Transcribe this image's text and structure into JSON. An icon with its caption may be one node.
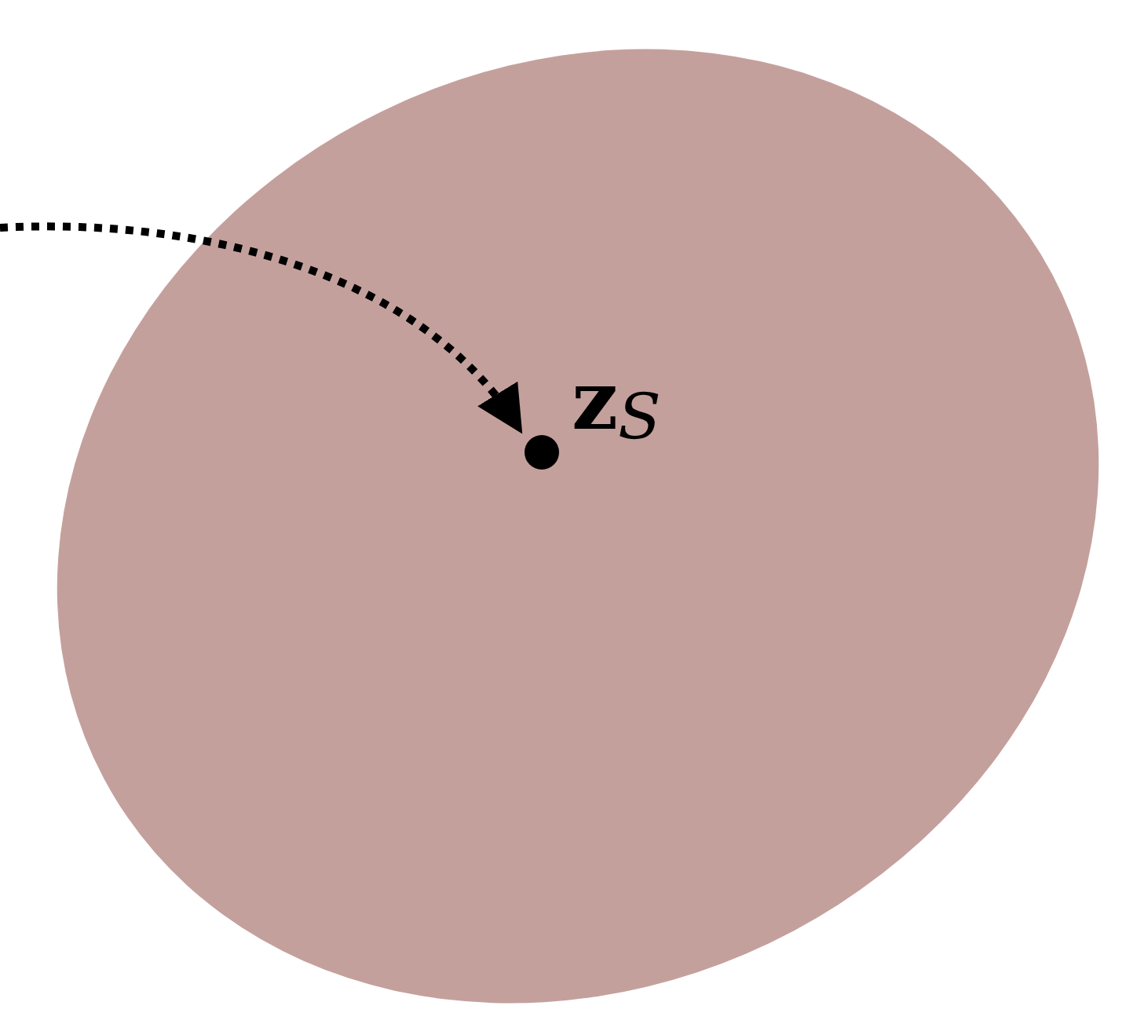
{
  "diagram": {
    "nodes": [
      {
        "text": [],
        "shape": "ellipse"
      },
      {
        "text": [
          "**z**$_{S}$"
        ],
        "in": 0
      }
    ],
    "edges": [
      {
        "from": null,
        "to": 1,
        "arrow": "to",
        "style": "dashed"
      }
    ]
  }
}
